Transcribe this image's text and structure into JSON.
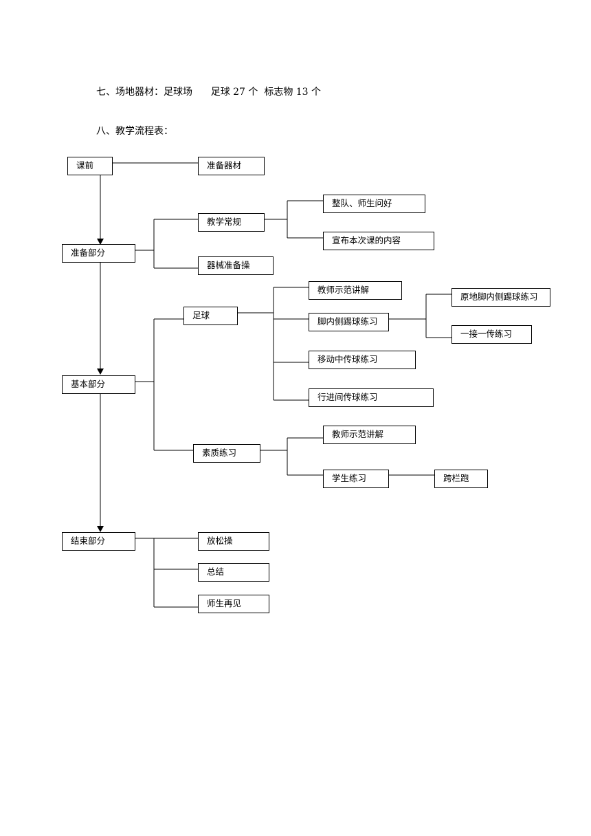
{
  "equipment_line": "七、场地器材：足球场      足球 27 个  标志物 13 个",
  "flow_heading": "八、教学流程表：",
  "flowchart": {
    "pre_class": "课前",
    "prepare_equipment": "准备器材",
    "prep_part": "准备部分",
    "teaching_routine": "教学常规",
    "line_up_greet": "整队、师生问好",
    "announce_content": "宣布本次课的内容",
    "apparatus_exercise": "器械准备操",
    "basic_part": "基本部分",
    "football": "足球",
    "teacher_demo_1": "教师示范讲解",
    "inside_foot_pass": "脚内侧踢球练习",
    "stationary_pass": "原地脚内侧踢球练习",
    "one_to_one_pass": "一接一传练习",
    "moving_pass": "移动中传球练习",
    "running_pass": "行进间传球练习",
    "fitness_training": "素质练习",
    "teacher_demo_2": "教师示范讲解",
    "student_practice": "学生练习",
    "hurdle_run": "跨栏跑",
    "end_part": "结束部分",
    "relax_exercise": "放松操",
    "summary": "总结",
    "goodbye": "师生再见"
  }
}
